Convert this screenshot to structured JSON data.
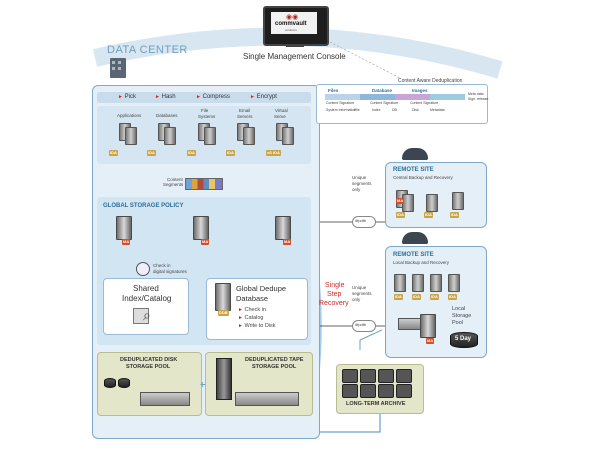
{
  "console": {
    "label": "Single Management Console",
    "brand": "commvault",
    "brand_sub": "solutions"
  },
  "data_center": {
    "title": "DATA CENTER"
  },
  "pipeline": [
    "Pick",
    "Hash",
    "Compress",
    "Encrypt"
  ],
  "sources": [
    "Applications",
    "Databases",
    "File Systems",
    "Email Servers",
    "Virtual Serve"
  ],
  "sources_lines": [
    [
      "Applications"
    ],
    [
      "Databases"
    ],
    [
      "File",
      "Systems"
    ],
    [
      "Email",
      "Servers"
    ],
    [
      "Virtual",
      "Serve"
    ]
  ],
  "ida_label": "iDA",
  "vsa_label": "vS iDA",
  "content_segments": [
    "Content",
    "Segments"
  ],
  "global_policy": {
    "title": "GLOBAL STORAGE POLICY",
    "ma_label": "MA"
  },
  "check_signatures": [
    "Check in",
    "digital signatures"
  ],
  "shared_index": {
    "line1": "Shared",
    "line2": "Index/Catalog"
  },
  "dedupe_db": {
    "line1": "Global Dedupe",
    "line2": "Database",
    "items": [
      "Check in",
      "Catalog",
      "Write to Disk"
    ],
    "badge": "DDB"
  },
  "disk_pool": {
    "line1": "DEDUPLICATED DISK",
    "line2": "STORAGE POOL"
  },
  "tape_pool": {
    "line1": "DEDUPLICATED TAPE",
    "line2": "STORAGE POOL"
  },
  "archive": {
    "title": "LONG-TERM ARCHIVE"
  },
  "recovery": {
    "line1": "Single",
    "line2": "Step",
    "line3": "Recovery"
  },
  "unique_top": [
    "Unique",
    "segments",
    "only"
  ],
  "unique_bottom": [
    "Unique",
    "segments",
    "only"
  ],
  "dedup_panel": {
    "title": "Content Aware Deduplication",
    "headers": [
      "Files",
      "Database",
      "Images"
    ],
    "rows": [
      [
        "Content",
        "Signature"
      ],
      [
        "Content",
        "Signature"
      ],
      [
        "Content",
        "Signature"
      ]
    ],
    "notes": [
      "System Information",
      "File",
      "Index",
      "DB",
      "Disk",
      "Metadata"
    ],
    "tail": [
      "Meta data",
      "Sign. release"
    ]
  },
  "remote1": {
    "title": "REMOTE SITE",
    "subtitle": "Central Backup and Recovery"
  },
  "remote2": {
    "title": "REMOTE SITE",
    "subtitle": "Local Backup and Recovery",
    "pool": [
      "Local",
      "Storage",
      "Pool"
    ],
    "day": "5 Day"
  },
  "wan_label": "dfpdfb",
  "colors": {
    "accent": "#6f9fbf",
    "panel": "#e4eff7",
    "border": "#7fa9c9",
    "olive": "#e4e6c9",
    "ma": "#d0502a",
    "ida": "#c9a54a",
    "red": "#cc2a2a"
  }
}
